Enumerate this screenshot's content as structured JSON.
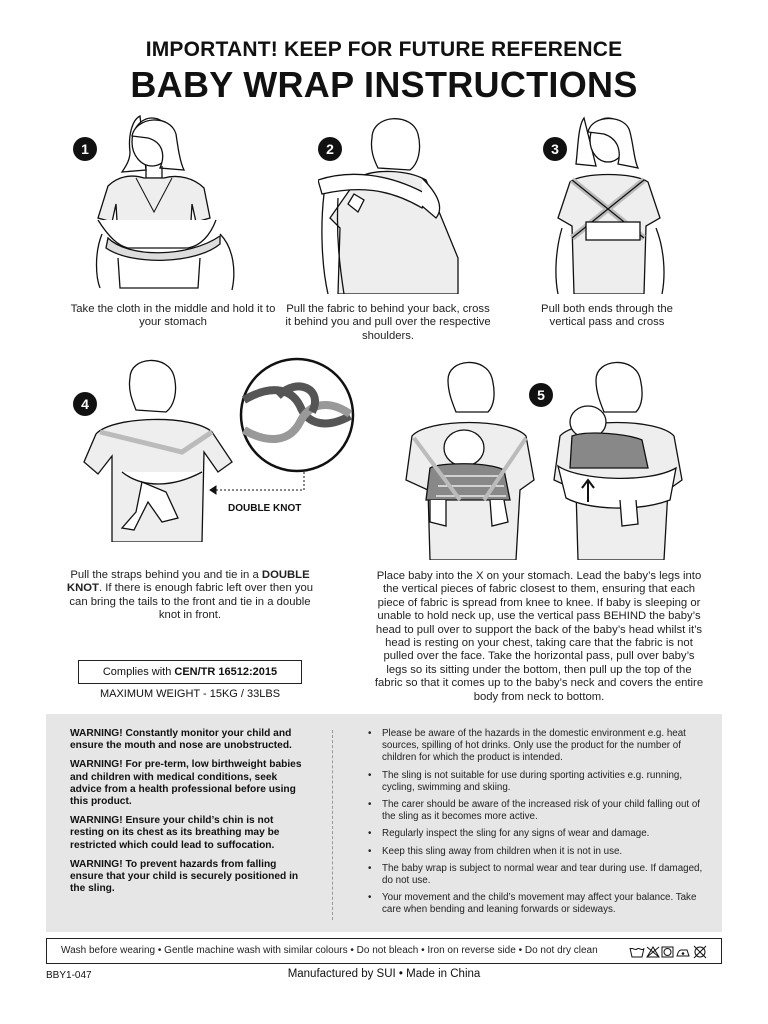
{
  "header": {
    "subtitle": "IMPORTANT! KEEP FOR FUTURE REFERENCE",
    "title": "BABY WRAP INSTRUCTIONS"
  },
  "steps": [
    {
      "number": "1",
      "caption": "Take the cloth in the middle and hold it to your stomach"
    },
    {
      "number": "2",
      "caption": "Pull the fabric to behind your back, cross it behind you and pull over the respective shoulders."
    },
    {
      "number": "3",
      "caption": "Pull both ends through the vertical pass and cross"
    },
    {
      "number": "4",
      "caption_pre": "Pull the straps behind you and tie in a",
      "caption_bold": "DOUBLE KNOT",
      "caption_post": ". If there is enough fabric left over then you can bring the tails to the front and tie in a double knot in front."
    },
    {
      "number": "5",
      "caption": "Place baby into the X on your stomach. Lead the baby’s legs into the vertical pieces of fabric closest to them, ensuring that each piece of fabric is spread from knee to knee. If baby is sleeping or unable to hold neck up, use the vertical pass BEHIND the baby’s head to pull over to support the back of the baby’s head whilst it’s head is resting on your chest, taking care that the fabric is not pulled over the face. Take the horizontal pass, pull over baby’s legs so its sitting under the bottom, then pull up the top of the fabric so that it comes up to the baby’s neck and covers the entire body from neck to bottom."
    }
  ],
  "knot_label": "DOUBLE KNOT",
  "compliance": {
    "prefix": "Complies with",
    "standard": "CEN/TR 16512:2015"
  },
  "max_weight": "MAXIMUM WEIGHT - 15KG / 33LBS",
  "warnings_left": [
    {
      "text": "WARNING! Constantly monitor your child and ensure the mouth and nose are unobstructed."
    },
    {
      "text": "WARNING! For pre-term, low birthweight babies and children with medical conditions, seek advice from a health professional before using this product."
    },
    {
      "text": "WARNING! Ensure your child’s chin is not resting on its chest as its breathing may be restricted which could lead to suffocation."
    },
    {
      "text": "WARNING! To prevent hazards from falling ensure that your child is securely positioned in the sling."
    }
  ],
  "warnings_right": [
    "Please be aware of the hazards in the domestic environment e.g. heat sources, spilling of hot drinks. Only use the product for the number of children for which the product is intended.",
    "The sling is not suitable for use during sporting activities e.g. running, cycling, swimming and skiing.",
    "The carer should be aware of the increased risk of your child falling out of the sling as it becomes more active.",
    "Regularly inspect the sling for any signs of wear and damage.",
    "Keep this sling away from children when it is not in use.",
    "The baby wrap is subject to normal wear and tear during use. If damaged, do not use.",
    "Your movement and the child’s movement may affect your balance. Take care when bending and leaning forwards or sideways."
  ],
  "care": {
    "text": "Wash before wearing • Gentle machine wash with similar colours • Do not bleach • Iron on reverse side • Do not dry clean",
    "icons": [
      "wash-icon",
      "no-bleach-icon",
      "tumble-icon",
      "iron-icon",
      "no-dry-clean-icon"
    ]
  },
  "footer": {
    "code": "BBY1-047",
    "manufacturer": "Manufactured by SUI  •  Made in China"
  }
}
